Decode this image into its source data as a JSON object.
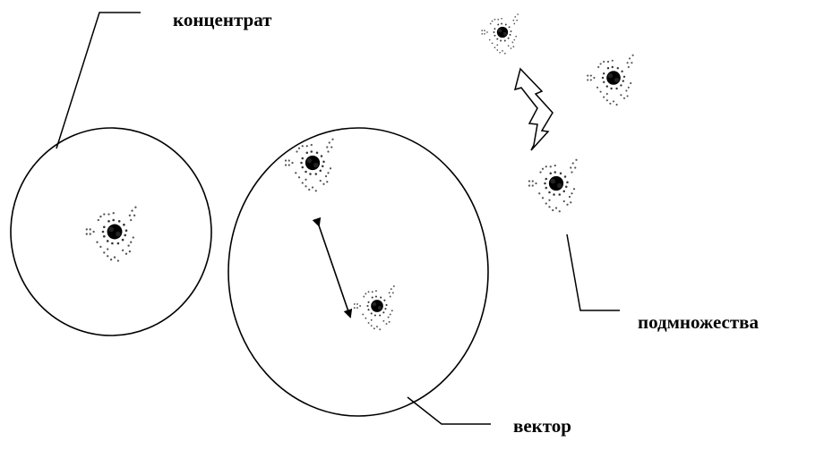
{
  "labels": {
    "concentrate": "концентрат",
    "subsets": "подмножества",
    "vector": "вектор"
  },
  "colors": {
    "ink": "#000000",
    "cluster_light": "#555555",
    "background": "#ffffff"
  },
  "icons": {
    "cluster": "dotted-cluster-icon",
    "double_arrow": "double-headed-arrow-icon",
    "outlined_zigzag_arrow": "hollow-zigzag-double-arrow-icon"
  }
}
